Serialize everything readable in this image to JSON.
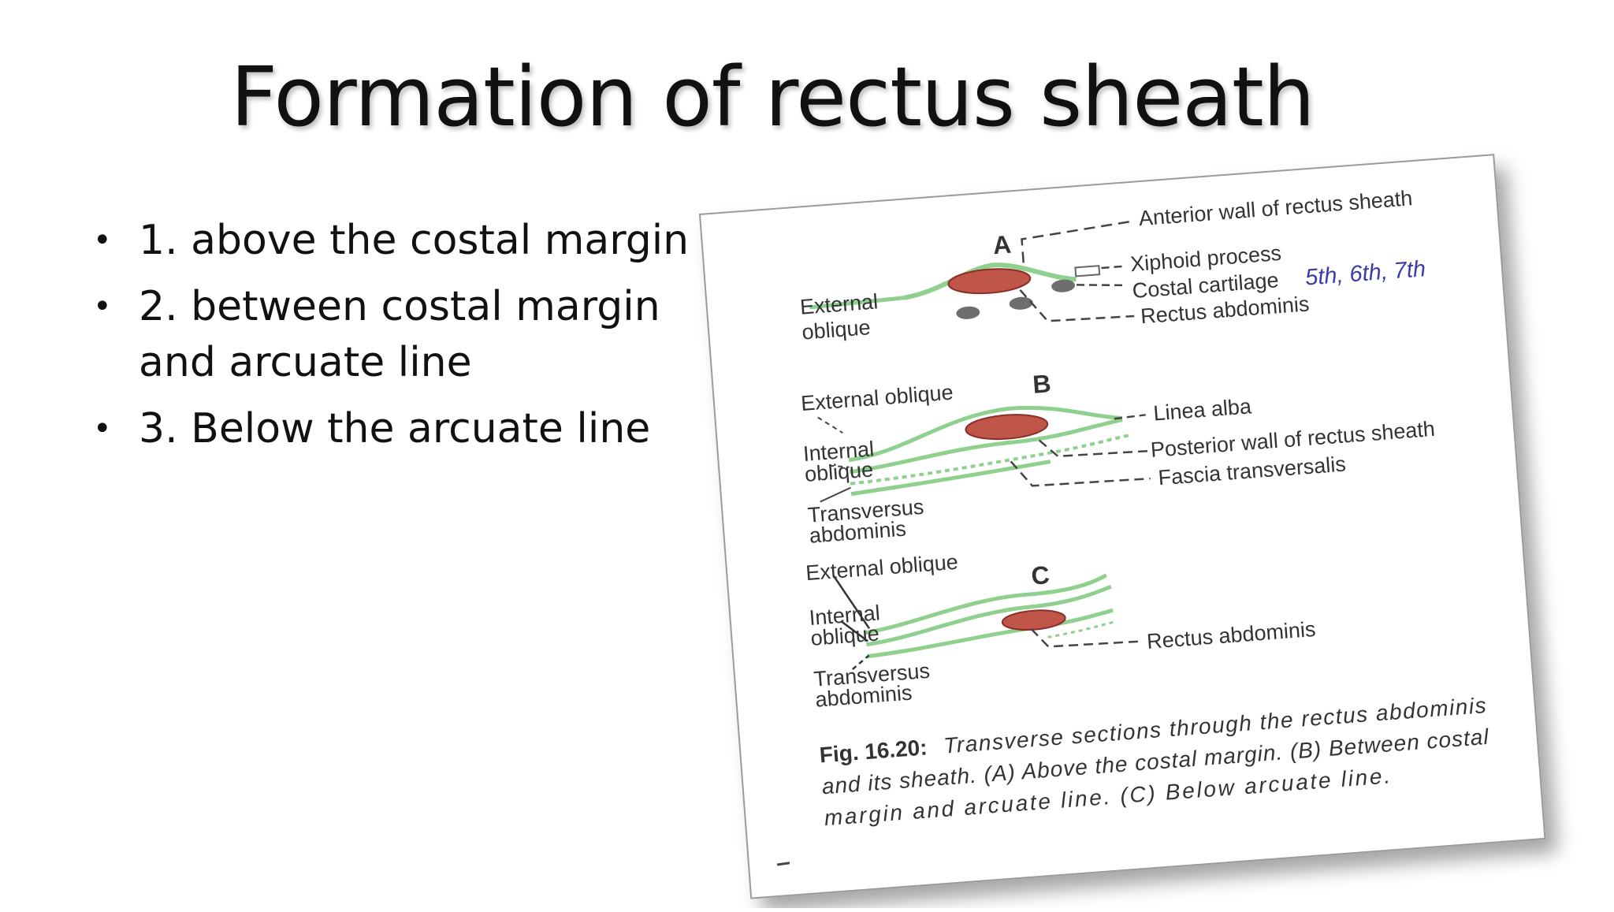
{
  "slide": {
    "title": "Formation of rectus sheath",
    "bullets": [
      {
        "marker": "•",
        "text": "1. above the costal margin"
      },
      {
        "marker": "•",
        "text": "2. between costal margin and arcuate line"
      },
      {
        "marker": "•",
        "text": "3. Below the arcuate line"
      }
    ]
  },
  "figure": {
    "section_a": {
      "letter": "A",
      "labels": {
        "anterior_wall": "Anterior wall of rectus sheath",
        "xiphoid": "Xiphoid process",
        "costal_cartilage": "Costal cartilage",
        "handwritten_note": "5th, 6th, 7th",
        "rectus": "Rectus abdominis",
        "external_oblique_1": "External",
        "external_oblique_2": "oblique"
      }
    },
    "section_b": {
      "letter": "B",
      "labels": {
        "external_oblique": "External oblique",
        "internal_oblique_1": "Internal",
        "internal_oblique_2": "oblique",
        "transversus_1": "Transversus",
        "transversus_2": "abdominis",
        "linea_alba": "Linea alba",
        "posterior_wall": "Posterior wall of rectus sheath",
        "fascia": "Fascia transversalis"
      }
    },
    "section_c": {
      "letter": "C",
      "labels": {
        "external_oblique": "External oblique",
        "internal_oblique_1": "Internal",
        "internal_oblique_2": "oblique",
        "transversus_1": "Transversus",
        "transversus_2": "abdominis",
        "rectus": "Rectus abdominis"
      }
    },
    "caption": {
      "fig_label": "Fig. 16.20:",
      "line1": "Transverse sections through the rectus abdominis",
      "line2": "and its sheath. (A) Above the costal margin. (B) Between costal",
      "line3": "margin and arcuate line. (C) Below arcuate line."
    },
    "colors": {
      "muscle_fill": "#c0554a",
      "muscle_stroke": "#8a2e28",
      "sheath": "#8fd08f",
      "cartilage": "#6e6e6e",
      "handwriting": "#3a3aa8"
    }
  }
}
